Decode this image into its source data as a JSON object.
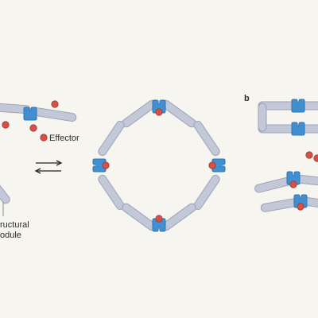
{
  "panel_b_letter": "b",
  "labels": {
    "effector": "Effector",
    "structural_line1": "ructural",
    "structural_line2": "odule"
  },
  "colors": {
    "background": "#f7f5ef",
    "rod_fill": "#c3c8d8",
    "rod_stroke": "#9ea4b8",
    "module_fill": "#3f8fd1",
    "module_stroke": "#2f76b2",
    "effector_fill": "#d2524a",
    "effector_stroke": "#a8362f",
    "arrow": "#222222",
    "leader_line": "#8a8a8a"
  },
  "icons": [
    "structural-module-icon",
    "effector-icon",
    "equilibrium-arrows-icon"
  ]
}
